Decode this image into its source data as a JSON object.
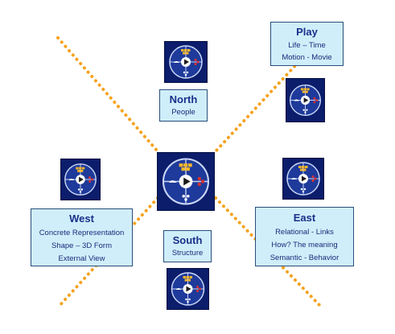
{
  "colors": {
    "line": "#f5a21c",
    "box_fill": "#cfeefa",
    "box_border": "#2a4d7a",
    "title": "#1b2f8a",
    "icon_bg": "#0b1d6b"
  },
  "center": {
    "icon": "compass-dial-icon"
  },
  "north": {
    "title": "North",
    "lines": [
      "People"
    ],
    "icon": "compass-dial-icon"
  },
  "play": {
    "title": "Play",
    "lines": [
      "Life – Time",
      "Motion - Movie"
    ],
    "icon": "compass-dial-icon"
  },
  "west": {
    "title": "West",
    "lines": [
      "Concrete Representation",
      "Shape – 3D Form",
      "External View"
    ],
    "icon": "compass-dial-icon"
  },
  "south": {
    "title": "South",
    "lines": [
      "Structure"
    ],
    "icon": "compass-dial-icon"
  },
  "east": {
    "title": "East",
    "lines": [
      "Relational - Links",
      "How? The meaning",
      "Semantic - Behavior"
    ],
    "icon": "compass-dial-icon"
  }
}
